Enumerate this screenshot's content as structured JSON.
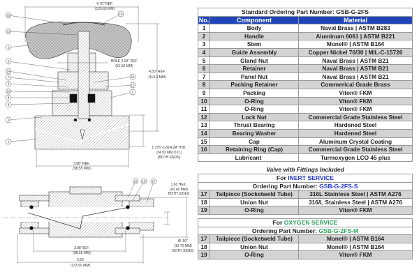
{
  "standard_table": {
    "title": "Standard Ordering Part Number: GSB-G-2FS",
    "headers": [
      "No.",
      "Component",
      "Material"
    ],
    "rows": [
      {
        "no": "1",
        "component": "Body",
        "material": "Naval Brass | ASTM B283"
      },
      {
        "no": "2",
        "component": "Handle",
        "material": "Aluminum 6061 | ASTM B221"
      },
      {
        "no": "3",
        "component": "Stem",
        "material": "Monel® | ASTM B164"
      },
      {
        "no": "4",
        "component": "Guide Assembly",
        "material": "Copper Nickel 70/30 | MIL-C-15726"
      },
      {
        "no": "5",
        "component": "Gland Nut",
        "material": "Naval Brass | ASTM B21"
      },
      {
        "no": "6",
        "component": "Retainer",
        "material": "Naval Brass | ASTM B21"
      },
      {
        "no": "7",
        "component": "Panel Nut",
        "material": "Naval Brass | ASTM B21"
      },
      {
        "no": "8",
        "component": "Packing Retainer",
        "material": "Commerical Grade Brass"
      },
      {
        "no": "9",
        "component": "Packing",
        "material": "Viton® FKM"
      },
      {
        "no": "10",
        "component": "O-Ring",
        "material": "Viton® FKM"
      },
      {
        "no": "11",
        "component": "O-Ring",
        "material": "Viton® FKM"
      },
      {
        "no": "12",
        "component": "Lock Nut",
        "material": "Commercial Grade Stainless Steel"
      },
      {
        "no": "13",
        "component": "Thrust Bearing",
        "material": "Hardened Steel"
      },
      {
        "no": "14",
        "component": "Bearing Washer",
        "material": "Hardened Steel"
      },
      {
        "no": "15",
        "component": "Cap",
        "material": "Aluminum Crystal Coating"
      },
      {
        "no": "16",
        "component": "Retaining Ring (Cap)",
        "material": "Commercial Grade Stainless Steel"
      }
    ],
    "lubricant": {
      "component": "Lubricant",
      "material": "Turmoxygen LCO 45 plus"
    }
  },
  "fittings_caption": "Valve with Fittings Included",
  "inert": {
    "for": "For ",
    "service": "INERT SERVICE",
    "ordering_label": "Ordering Part Number: ",
    "part_number": "GSB-G-2FS-S",
    "rows": [
      {
        "no": "17",
        "component": "Tailpiece (Socketweld Tube)",
        "material": "316L Stainless Steel | ASTM A276"
      },
      {
        "no": "18",
        "component": "Union Nut",
        "material": "316/L Stainless Steel | ASTM A276"
      },
      {
        "no": "19",
        "component": "O-Ring",
        "material": "Viton® FKM"
      }
    ]
  },
  "oxygen": {
    "for": "For ",
    "service": "OXYGEN SERVICE",
    "ordering_label": "Ordering Part Number: ",
    "part_number": "GSB-G-2FS-M",
    "rows": [
      {
        "no": "17",
        "component": "Tailpiece (Socketweld Tube)",
        "material": "Monel® | ASTM B164"
      },
      {
        "no": "18",
        "component": "Union Nut",
        "material": "Monel® | ASTM B164"
      },
      {
        "no": "19",
        "component": "O-Ring",
        "material": "Viton® FKM"
      }
    ]
  },
  "colors": {
    "header_blue": "#1f45b8",
    "inert_blue": "#1f35c8",
    "oxygen_green": "#2aa35a",
    "row_gray": "#d3d3d3"
  },
  "drawing": {
    "top_width": [
      "4.75\" REF.",
      "(120.65 MM)"
    ],
    "height": [
      "4.50\" REF.",
      "(114.3 MM)"
    ],
    "hole": [
      "HOLE 2.03\" REF.",
      "(51.56 MM)"
    ],
    "thread": [
      "1.375\"-12UN-3A THD.",
      "(34.93 MM O.D.)",
      "(BOTH ENDS)"
    ],
    "body_width": [
      "3.88\" REF.",
      "(98.55 MM)"
    ],
    "callouts": [
      "15",
      "13",
      "2",
      "5",
      "14",
      "7",
      "6",
      "10",
      "8",
      "9",
      "4",
      "1",
      "16",
      "11",
      "12",
      "3"
    ],
    "side_hex": [
      "1.63 HEX.",
      "(41.40 MM)",
      "BOTH SIDES"
    ],
    "side_dia": [
      "Ø .50\"",
      "(12.70 MM)",
      "BOTH SIDES"
    ],
    "side_ref": [
      "3.88 REF.",
      "(98.55 MM)"
    ],
    "side_overall": [
      "5.26",
      "(133.60 MM)"
    ],
    "side_callouts": [
      "18",
      "19",
      "17"
    ]
  }
}
